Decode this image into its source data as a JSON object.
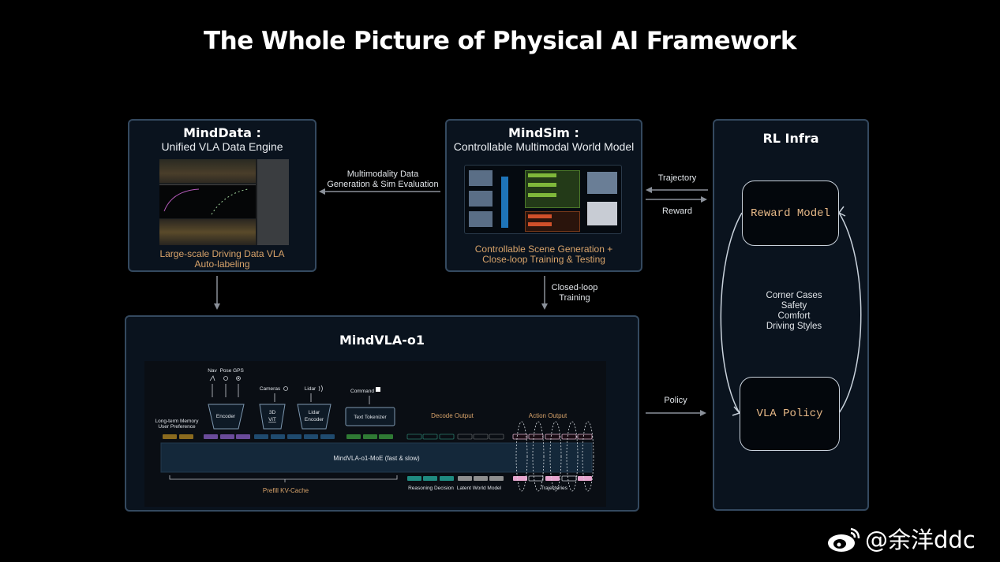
{
  "title": "The Whole Picture of Physical AI Framework",
  "mind_data": {
    "title": "MindData :",
    "subtitle": "Unified VLA Data Engine",
    "caption_line1": "Large-scale Driving Data VLA",
    "caption_line2": "Auto-labeling"
  },
  "mind_sim": {
    "title": "MindSim :",
    "subtitle": "Controllable Multimodal World Model",
    "caption_line1": "Controllable Scene Generation +",
    "caption_line2": "Close-loop Training & Testing"
  },
  "rl_infra": {
    "title": "RL Infra",
    "reward_model": "Reward Model",
    "vla_policy": "VLA Policy",
    "factors": [
      "Corner Cases",
      "Safety",
      "Comfort",
      "Driving Styles"
    ]
  },
  "arrows": {
    "multimodality_line1": "Multimodality Data",
    "multimodality_line2": "Generation & Sim Evaluation",
    "trajectory": "Trajectory",
    "reward": "Reward",
    "closed_loop_line1": "Closed-loop",
    "closed_loop_line2": "Training",
    "policy": "Policy"
  },
  "mind_vla": {
    "title": "MindVLA-o1",
    "inputs": {
      "nav": "Nav",
      "pose": "Pose",
      "gps": "GPS",
      "cameras": "Cameras",
      "lidar": "Lidar",
      "command": "Command"
    },
    "encoder": "Encoder",
    "vit_line1": "3D",
    "vit_line2": "ViT",
    "lidar_enc_line1": "Lidar",
    "lidar_enc_line2": "Encoder",
    "text_tokenizer": "Text Tokenizer",
    "memory_line1": "Long-term Memory",
    "memory_line2": "User Preference",
    "decode_output": "Decode Output",
    "action_output": "Action Output",
    "moe": "MindVLA-o1-MoE (fast & slow)",
    "prefill": "Prefill KV-Cache",
    "reasoning": "Reasoning Decision",
    "latent": "Latent World Model",
    "trajectories": "Trajectories"
  },
  "colors": {
    "accent_orange": "#d8a36a",
    "memory_token": "#8a6a1e",
    "encoder_token": "#6a4b9a",
    "vision_token": "#1f4a6e",
    "text_token": "#2f7a34",
    "reasoning_token": "#1f8a80",
    "latent_token": "#8e8e8e",
    "trajectory_token": "#e7a6cf"
  },
  "watermark": "@余洋ddc"
}
